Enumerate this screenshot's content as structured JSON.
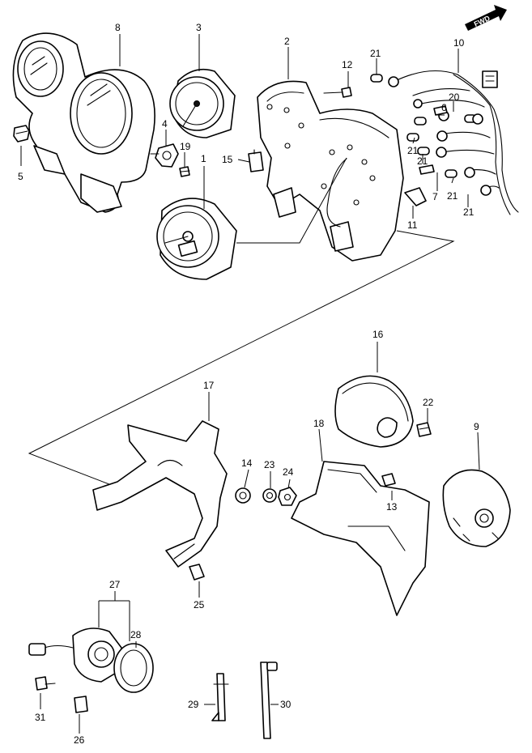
{
  "arrow": {
    "text": "FWD"
  },
  "callouts": [
    {
      "id": "p8",
      "text": "8"
    },
    {
      "id": "p3",
      "text": "3"
    },
    {
      "id": "p2",
      "text": "2"
    },
    {
      "id": "p12",
      "text": "12"
    },
    {
      "id": "p21a",
      "text": "21"
    },
    {
      "id": "p10",
      "text": "10"
    },
    {
      "id": "p6",
      "text": "6"
    },
    {
      "id": "p20",
      "text": "20"
    },
    {
      "id": "p4",
      "text": "4"
    },
    {
      "id": "p19",
      "text": "19"
    },
    {
      "id": "p5",
      "text": "5"
    },
    {
      "id": "p1",
      "text": "1"
    },
    {
      "id": "p15",
      "text": "15"
    },
    {
      "id": "p21b",
      "text": "21"
    },
    {
      "id": "p21c",
      "text": "21"
    },
    {
      "id": "p7",
      "text": "7"
    },
    {
      "id": "p21d",
      "text": "21"
    },
    {
      "id": "p21e",
      "text": "21"
    },
    {
      "id": "p11",
      "text": "11"
    },
    {
      "id": "p16",
      "text": "16"
    },
    {
      "id": "p17",
      "text": "17"
    },
    {
      "id": "p22",
      "text": "22"
    },
    {
      "id": "p18",
      "text": "18"
    },
    {
      "id": "p9",
      "text": "9"
    },
    {
      "id": "p14",
      "text": "14"
    },
    {
      "id": "p23",
      "text": "23"
    },
    {
      "id": "p24",
      "text": "24"
    },
    {
      "id": "p13",
      "text": "13"
    },
    {
      "id": "p25",
      "text": "25"
    },
    {
      "id": "p27",
      "text": "27"
    },
    {
      "id": "p28",
      "text": "28"
    },
    {
      "id": "p31",
      "text": "31"
    },
    {
      "id": "p26",
      "text": "26"
    },
    {
      "id": "p29",
      "text": "29"
    },
    {
      "id": "p30",
      "text": "30"
    }
  ]
}
